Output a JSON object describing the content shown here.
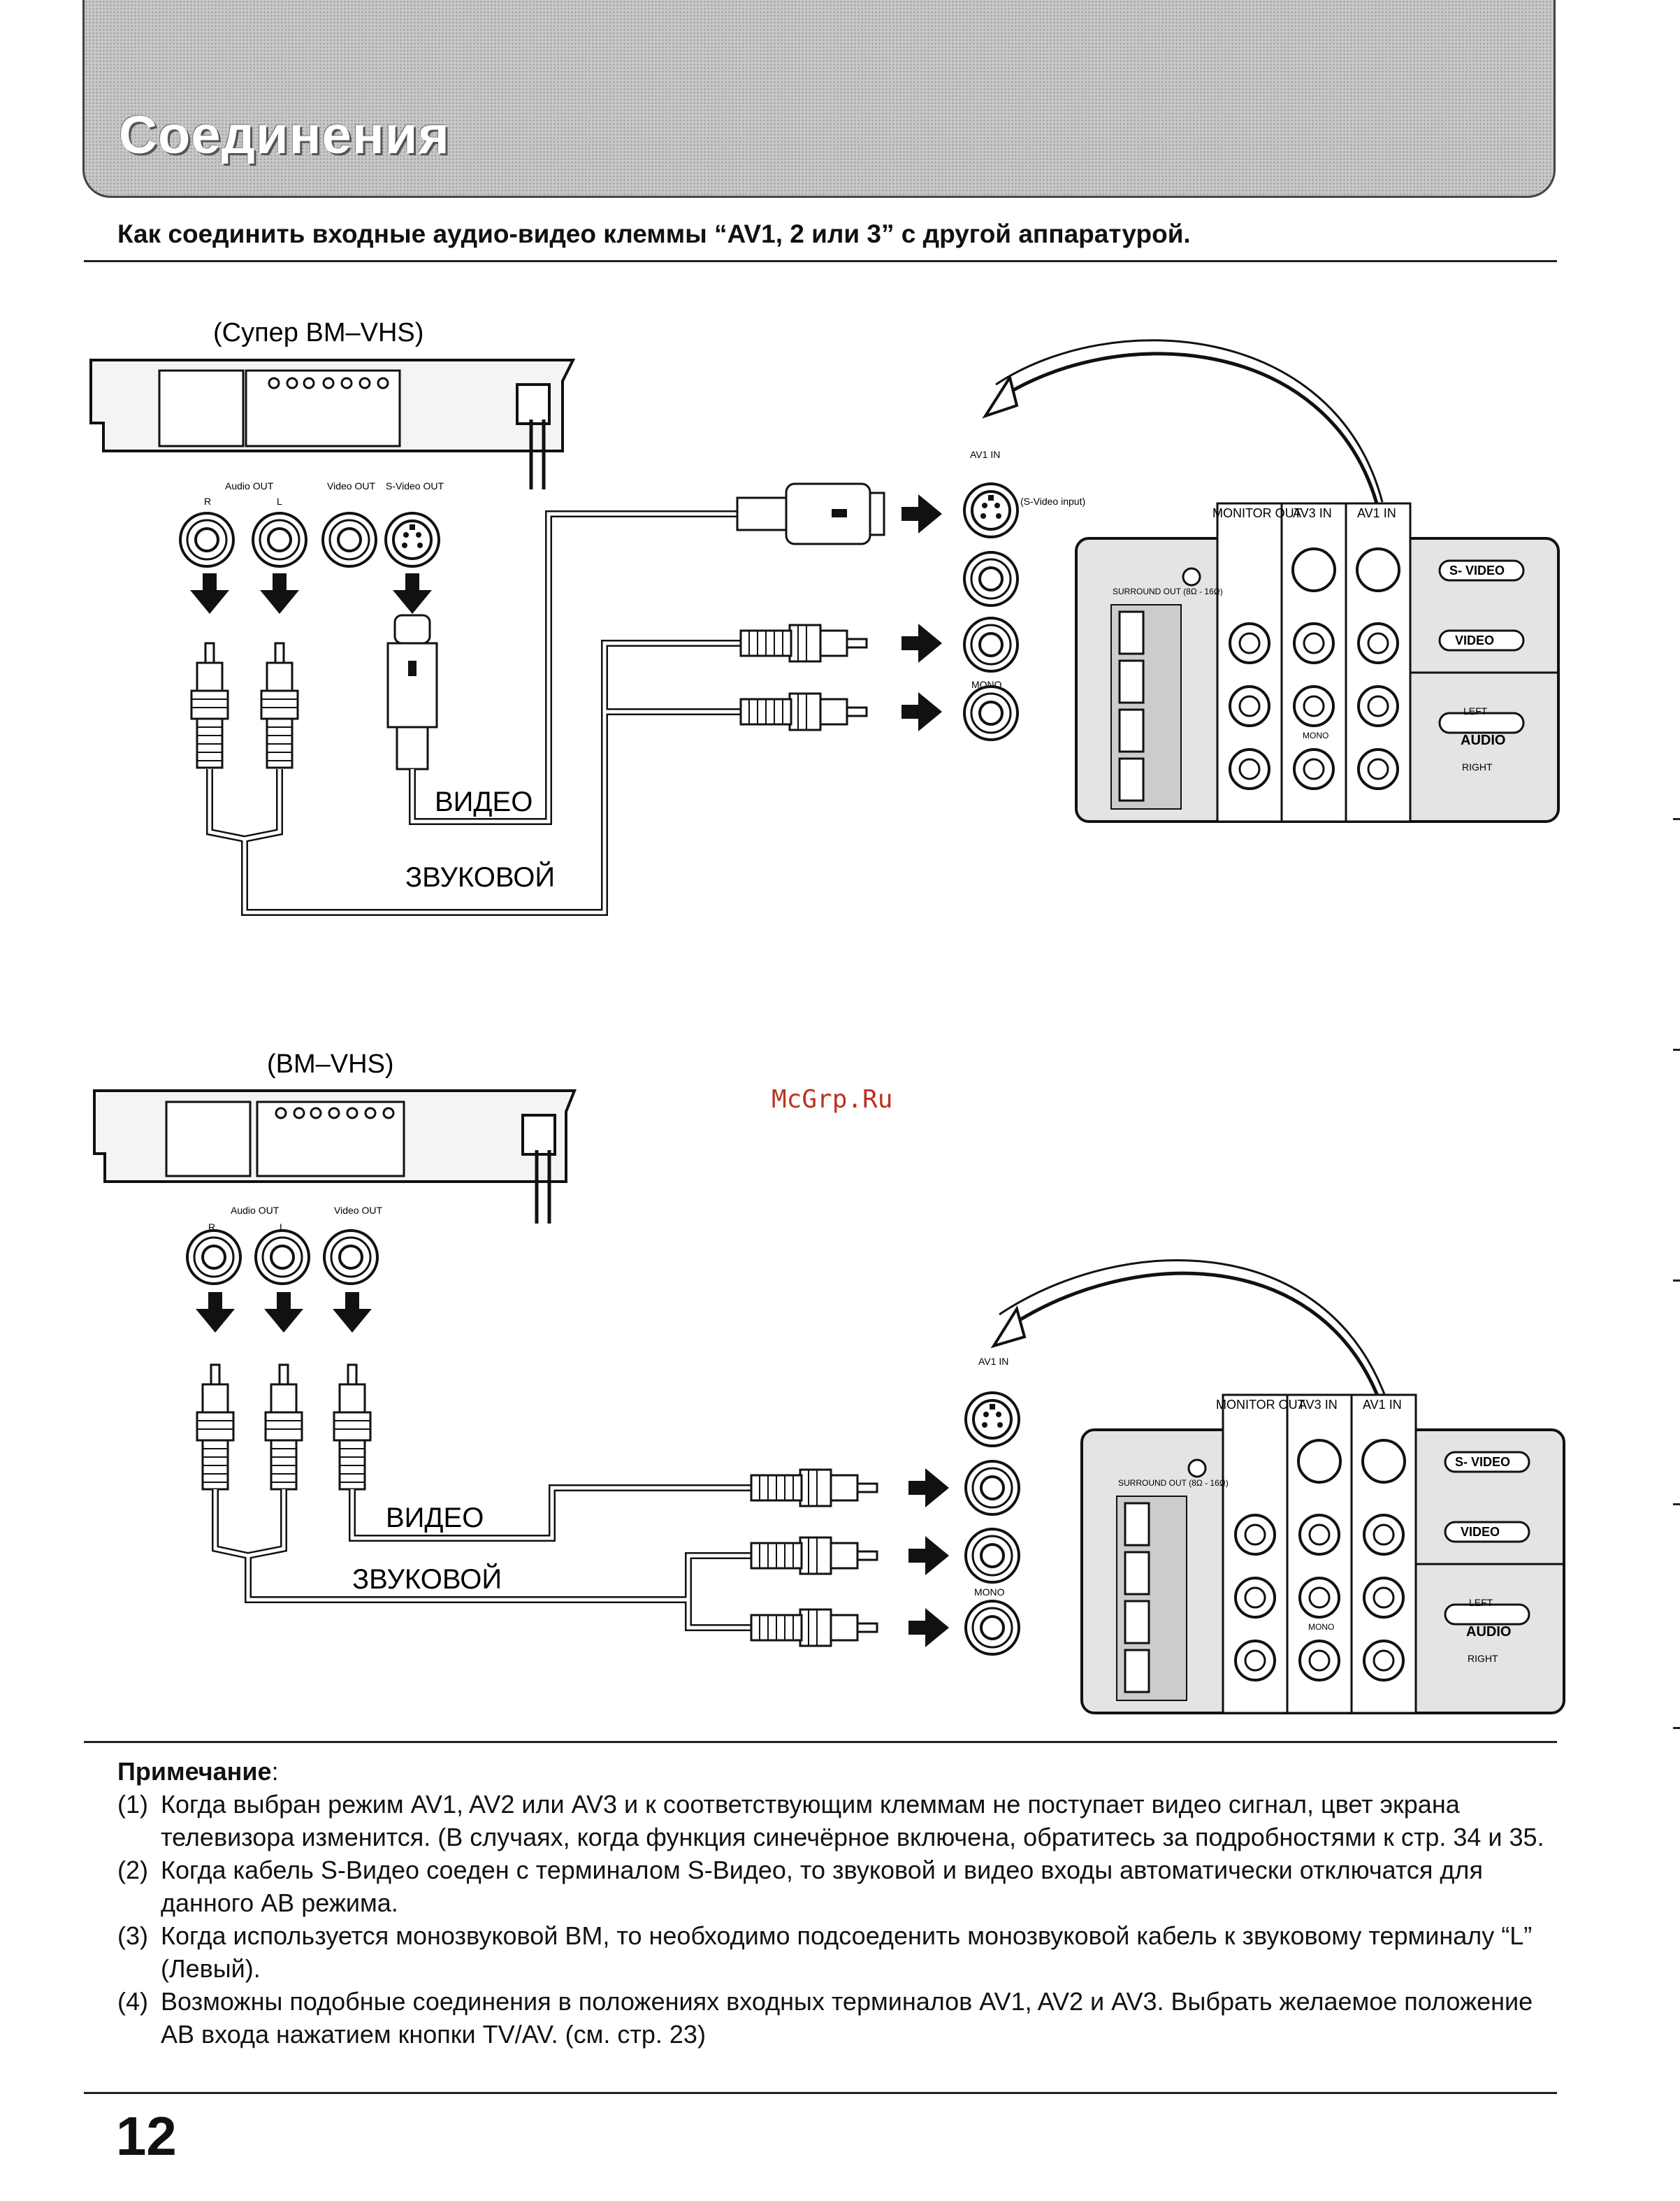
{
  "header": {
    "title": "Соединения",
    "subtitle": "Как соединить входные аудио-видео клеммы “AV1, 2 или 3” с другой аппаратурой."
  },
  "diagram_top": {
    "device_label": "(Супер ВМ–VHS)",
    "vcr_jacks": {
      "r": "R",
      "audio_out": "Audio OUT",
      "l": "L",
      "video_out": "Video OUT",
      "svideo_out": "S-Video OUT"
    },
    "cable_video": "ВИДЕО",
    "cable_audio": "ЗВУКОВОЙ",
    "tv_av1_in": "AV1 IN",
    "svideo_input_note": "(S-Video input)",
    "mono": "MONO"
  },
  "diagram_bottom": {
    "device_label": "(ВМ–VHS)",
    "vcr_jacks": {
      "r": "R",
      "audio_out": "Audio OUT",
      "l": "L",
      "video_out": "Video OUT"
    },
    "cable_video": "ВИДЕО",
    "cable_audio": "ЗВУКОВОЙ",
    "tv_av1_in": "AV1 IN",
    "mono": "MONO"
  },
  "tv_panel": {
    "monitor_out": "MONITOR OUT",
    "av3_in": "AV3 IN",
    "av1_in": "AV1 IN",
    "surround_out": "SURROUND OUT (8Ω - 16Ω)",
    "svideo": "S- VIDEO",
    "video": "VIDEO",
    "left": "LEFT",
    "audio": "AUDIO",
    "right": "RIGHT",
    "mono": "MONO"
  },
  "watermark": "McGrp.Ru",
  "notes": {
    "title": "Примечание",
    "colon": ":",
    "items": [
      {
        "num": "(1)",
        "text": "Когда выбран режим AV1, AV2 или AV3 и к соответствующим клеммам не поступает видео сигнал, цвет экрана телевизора изменится. (В случаях, когда функция синечёрное включена, обратитесь за подробностями к стр. 34 и 35."
      },
      {
        "num": "(2)",
        "text": "Когда кабель S-Видео соеден с терминалом S-Видео, то звуковой и видео входы автоматически отключатся для данного АВ режима."
      },
      {
        "num": "(3)",
        "text": "Когда используется монозвуковой ВМ, то необходимо подсоеденить монозвуковой кабель к звуковому терминалу “L” (Левый)."
      },
      {
        "num": "(4)",
        "text": "Возможны подобные соединения в положениях входных терминалов AV1, AV2 и AV3. Выбрать желаемое положение АВ входа нажатием кнопки TV/AV. (см. стр. 23)"
      }
    ]
  },
  "page_number": "12"
}
